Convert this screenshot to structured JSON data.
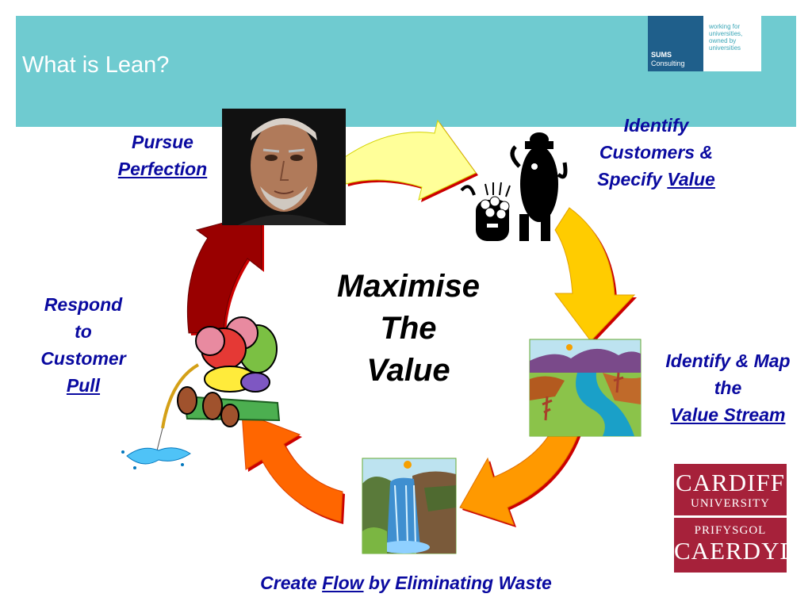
{
  "header": {
    "title": "What is Lean?"
  },
  "sums_logo": {
    "line1": "SUMS",
    "line2": "Consulting",
    "tagline": "working for universities, owned by universities",
    "box_color": "#1f5f8b",
    "tag_color": "#3aa6b7"
  },
  "labels": {
    "pursue": {
      "line1": "Pursue",
      "line2": "Perfection"
    },
    "identify": {
      "line1": "Identify",
      "line2": "Customers &",
      "line3_prefix": "Specify ",
      "line3_link": "Value"
    },
    "map": {
      "line1": "Identify & Map",
      "line2": "the",
      "line3": "Value Stream"
    },
    "flow": {
      "prefix": "Create ",
      "link": "Flow",
      "suffix": " by Eliminating Waste"
    },
    "respond": {
      "line1": "Respond",
      "line2": "to",
      "line3": "Customer",
      "line4": "Pull"
    }
  },
  "center": {
    "line1": "Maximise",
    "line2": "The",
    "line3": "Value"
  },
  "cardiff_logo": {
    "line1": "CARDIFF",
    "line2": "UNIVERSITY",
    "line3": "PRIFYSGOL",
    "line4": "CAERDYDD",
    "color": "#a6213a"
  },
  "colors": {
    "header_bg": "#6fcbd0",
    "label_text": "#0a0aa0",
    "arrow_yellow_light": "#ffff99",
    "arrow_yellow": "#ffcc00",
    "arrow_orange": "#ff9900",
    "arrow_orange_red": "#ff6600",
    "arrow_dark_red": "#990000"
  },
  "icons": [
    "portrait-photo",
    "customer-figure-icon",
    "landscape-river-icon",
    "waterfall-icon",
    "fishing-couple-icon"
  ]
}
